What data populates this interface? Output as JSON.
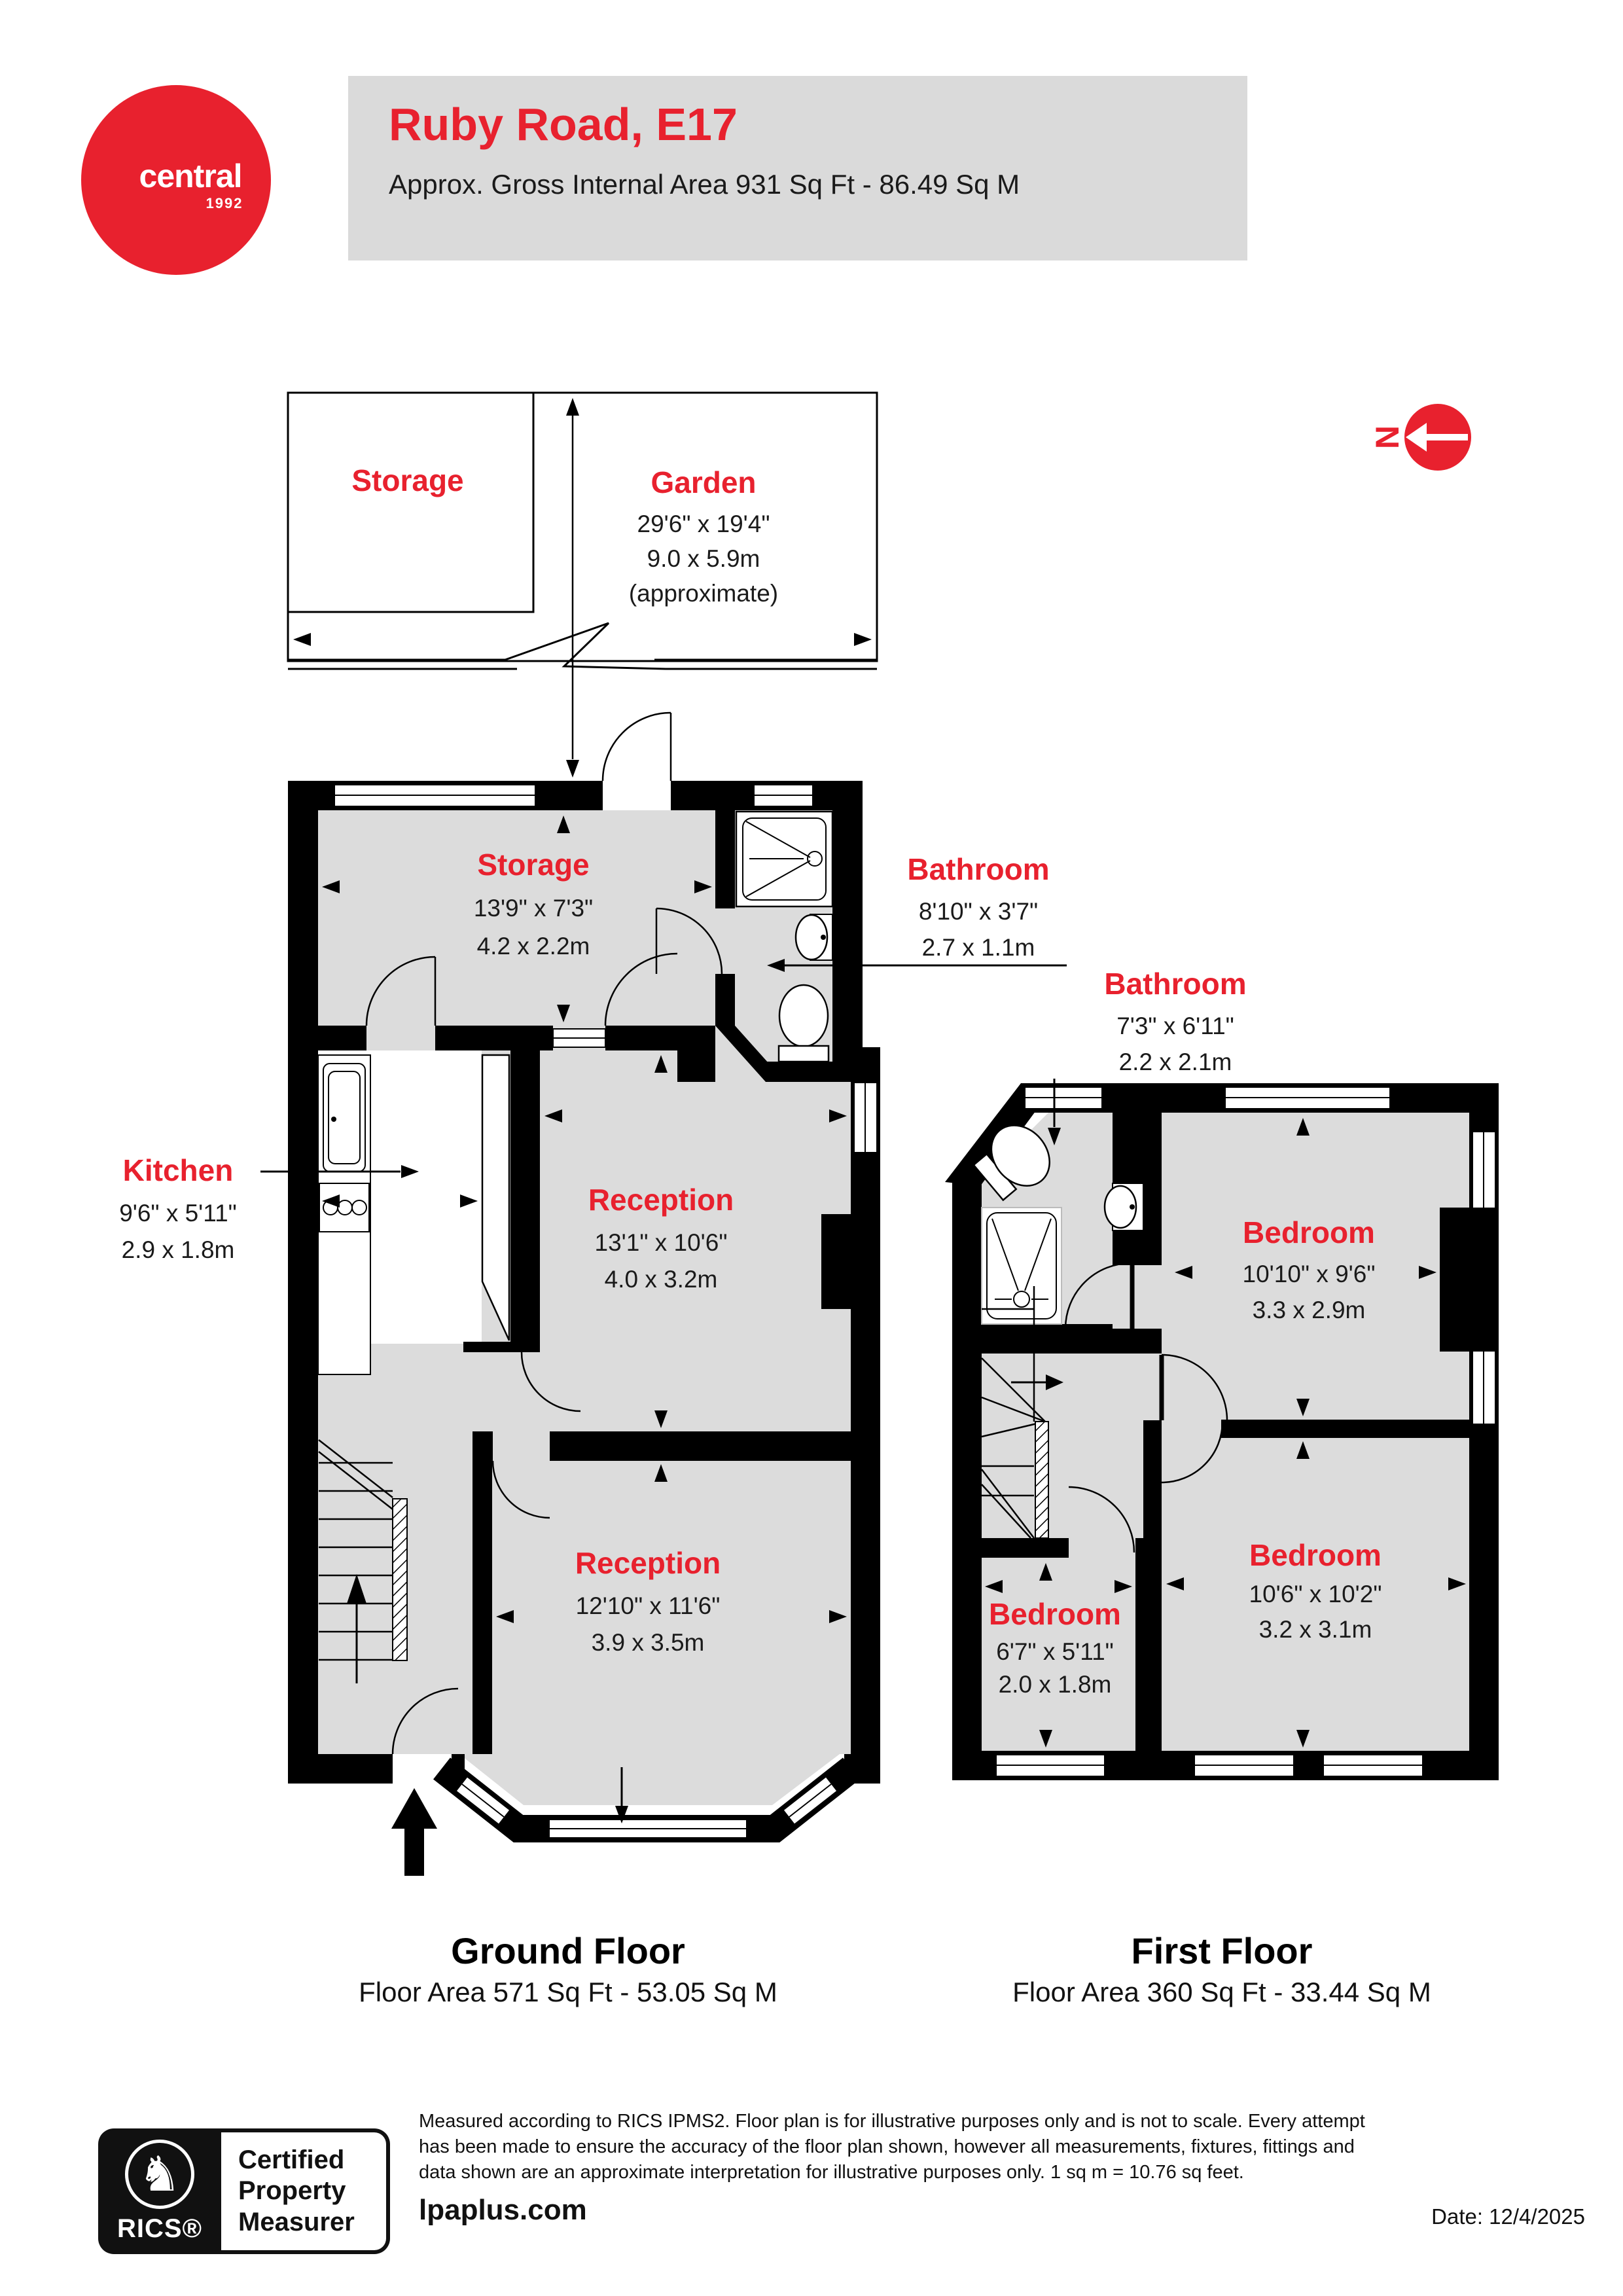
{
  "colors": {
    "brand_red": "#e8212e",
    "header_gray": "#dadada",
    "floor_gray": "#dcdcdc",
    "wall_black": "#000000"
  },
  "header": {
    "logo_text": "central",
    "logo_year": "1992",
    "title": "Ruby Road, E17",
    "subtitle": "Approx. Gross Internal Area 931 Sq Ft - 86.49 Sq M"
  },
  "compass": {
    "label": "N",
    "icon": "left-arrow-in-red-circle"
  },
  "ground_floor": {
    "title": "Ground Floor",
    "area": "Floor Area 571 Sq Ft - 53.05 Sq M",
    "rooms": {
      "garden": {
        "name": "Garden",
        "dim_ft": "29'6\" x 19'4\"",
        "dim_m": "9.0 x 5.9m",
        "note": "(approximate)"
      },
      "garden_storage": {
        "name": "Storage"
      },
      "storage": {
        "name": "Storage",
        "dim_ft": "13'9\" x 7'3\"",
        "dim_m": "4.2 x 2.2m"
      },
      "bathroom": {
        "name": "Bathroom",
        "dim_ft": "8'10\" x 3'7\"",
        "dim_m": "2.7 x 1.1m"
      },
      "kitchen": {
        "name": "Kitchen",
        "dim_ft": "9'6\" x 5'11\"",
        "dim_m": "2.9 x 1.8m"
      },
      "reception1": {
        "name": "Reception",
        "dim_ft": "13'1\" x 10'6\"",
        "dim_m": "4.0 x 3.2m"
      },
      "reception2": {
        "name": "Reception",
        "dim_ft": "12'10\" x 11'6\"",
        "dim_m": "3.9 x 3.5m"
      }
    }
  },
  "first_floor": {
    "title": "First Floor",
    "area": "Floor Area 360 Sq Ft - 33.44 Sq M",
    "rooms": {
      "bathroom": {
        "name": "Bathroom",
        "dim_ft": "7'3\" x 6'11\"",
        "dim_m": "2.2 x 2.1m"
      },
      "bedroom1": {
        "name": "Bedroom",
        "dim_ft": "10'10\" x 9'6\"",
        "dim_m": "3.3 x 2.9m"
      },
      "bedroom2": {
        "name": "Bedroom",
        "dim_ft": "10'6\" x 10'2\"",
        "dim_m": "3.2 x 3.1m"
      },
      "bedroom3": {
        "name": "Bedroom",
        "dim_ft": "6'7\" x 5'11\"",
        "dim_m": "2.0 x 1.8m"
      }
    }
  },
  "footer": {
    "certification": {
      "org": "RICS®",
      "icon": "♞",
      "label_line1": "Certified",
      "label_line2": "Property",
      "label_line3": "Measurer"
    },
    "disclaimer_line1": "Measured according to RICS IPMS2. Floor plan is for illustrative purposes only and is not to scale. Every attempt",
    "disclaimer_line2": "has been made to ensure the accuracy of the floor plan shown, however all measurements, fixtures, fittings and",
    "disclaimer_line3": "data shown are an approximate interpretation for illustrative purposes only. 1 sq m = 10.76 sq feet.",
    "website": "lpaplus.com",
    "date": "Date: 12/4/2025"
  }
}
